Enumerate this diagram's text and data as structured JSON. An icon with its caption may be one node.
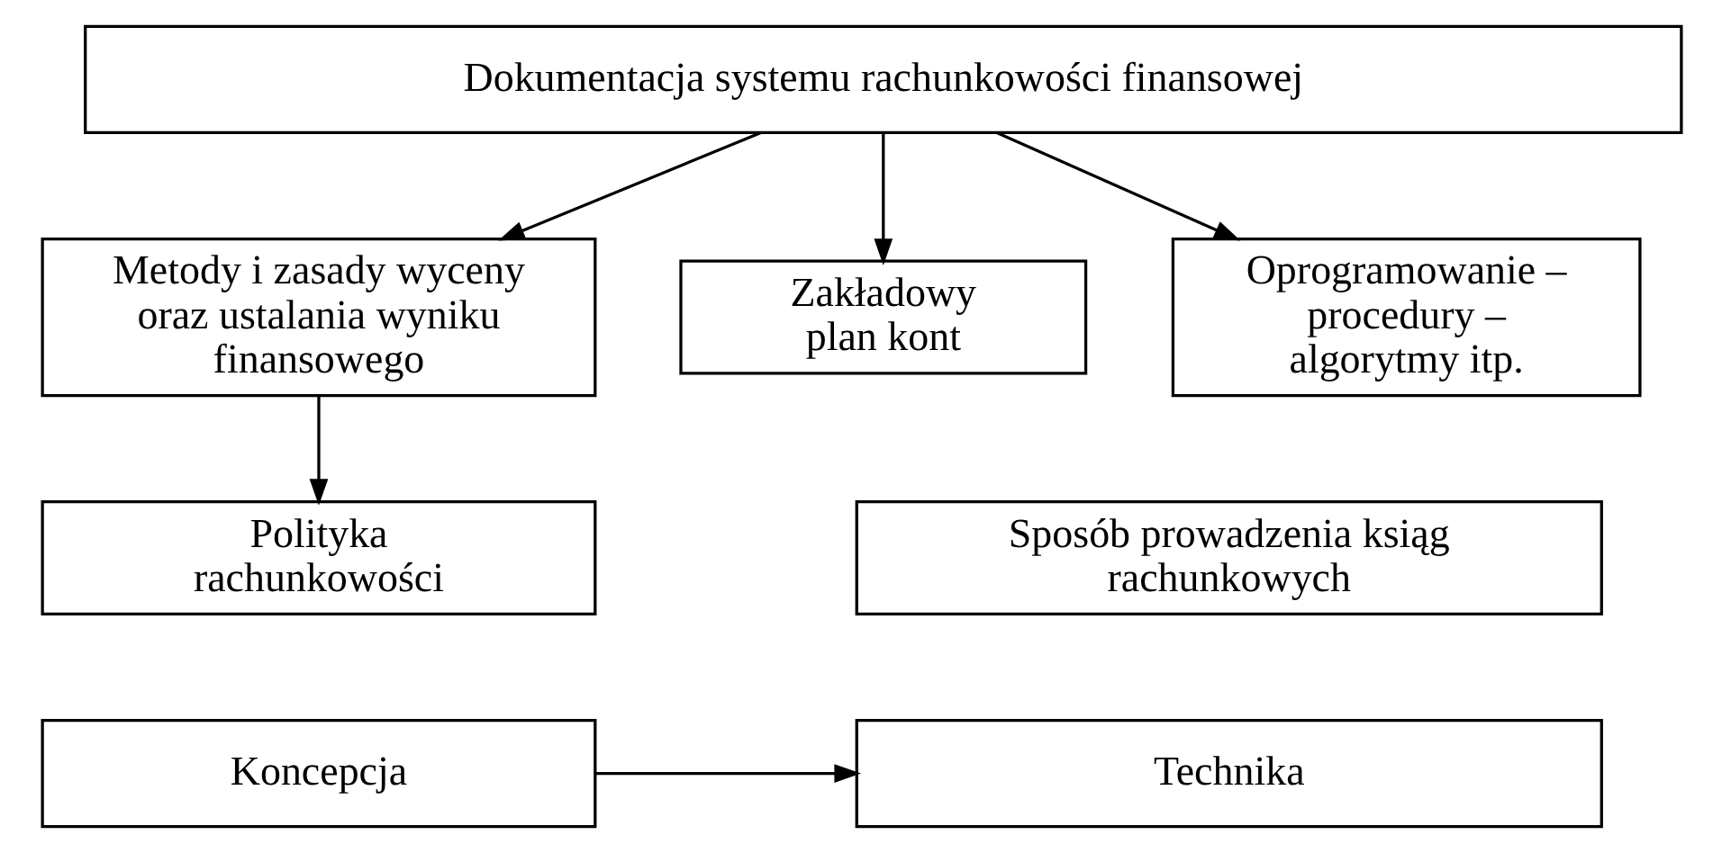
{
  "diagram": {
    "nodes": [
      {
        "text": [
          "Dokumentacja systemu rachunkowości finansowej"
        ]
      },
      {
        "text": [
          "Metody i zasady wyceny oraz ustalania wyniku finansowego"
        ]
      },
      {
        "text": [
          "Zakładowy plan kont"
        ]
      },
      {
        "text": [
          "Oprogramowanie – procedury – algorytmy itp."
        ]
      },
      {
        "text": [
          "Polityka rachunkowości"
        ]
      },
      {
        "text": [
          "Sposób prowadzenia ksiąg rachunkowych"
        ]
      },
      {
        "text": [
          "Koncepcja"
        ]
      },
      {
        "text": [
          "Technika"
        ]
      }
    ],
    "edges": [
      {
        "from": 0,
        "to": 1,
        "arrow": "to"
      },
      {
        "from": 0,
        "to": 2,
        "arrow": "to"
      },
      {
        "from": 0,
        "to": 3,
        "arrow": "to"
      },
      {
        "from": 1,
        "to": 4,
        "arrow": "to"
      },
      {
        "from": 6,
        "to": 7,
        "arrow": "to"
      }
    ]
  }
}
